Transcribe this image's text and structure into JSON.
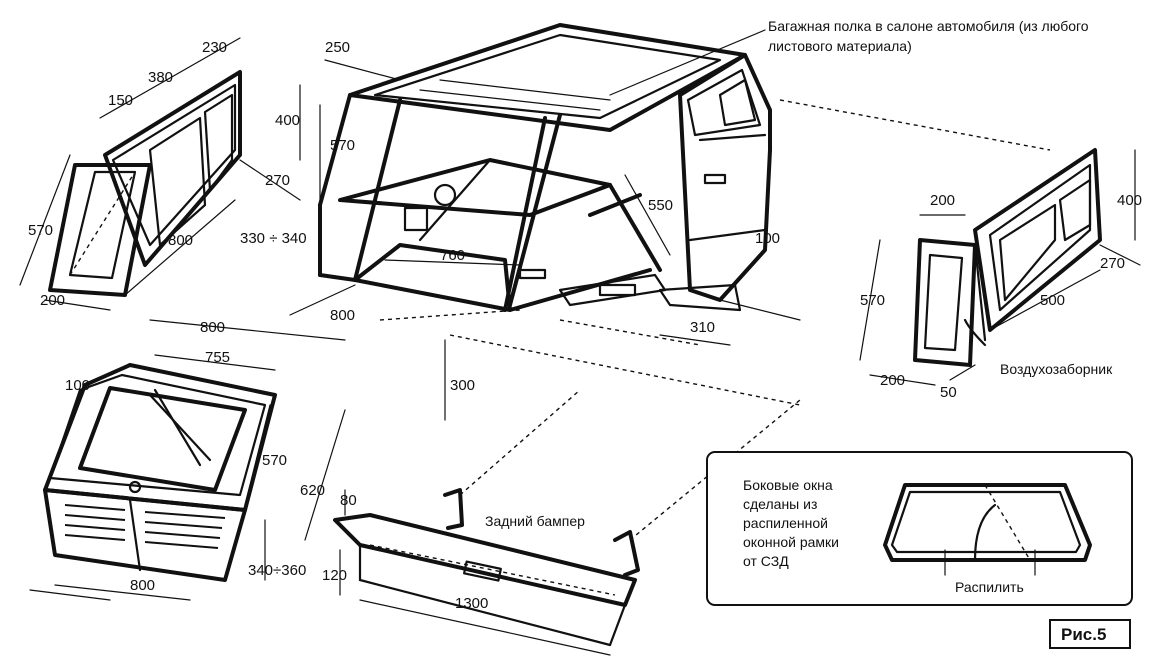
{
  "figure_label": "Рис.5",
  "annotations": {
    "shelf": [
      "Багажная полка в салоне автомобиля (из любого",
      "листового материала)"
    ],
    "air_intake": "Воздухозаборник",
    "rear_bumper": "Задний бампер",
    "side_windows": [
      "Боковые окна",
      "сделаны из",
      "распиленной",
      "оконной рамки",
      "от СЗД"
    ],
    "saw": "Распилить"
  },
  "dimensions": {
    "left_panel": [
      "150",
      "380",
      "230",
      "400",
      "570",
      "270",
      "800",
      "200"
    ],
    "frame": [
      "250",
      "570",
      "330 ÷ 340",
      "760",
      "550",
      "100",
      "800",
      "310",
      "300"
    ],
    "right_panel": [
      "200",
      "400",
      "570",
      "270",
      "500",
      "200",
      "50"
    ],
    "front_panel": [
      "800",
      "755",
      "100",
      "570",
      "620",
      "340÷360",
      "800"
    ],
    "bumper": [
      "80",
      "120",
      "1300"
    ]
  }
}
